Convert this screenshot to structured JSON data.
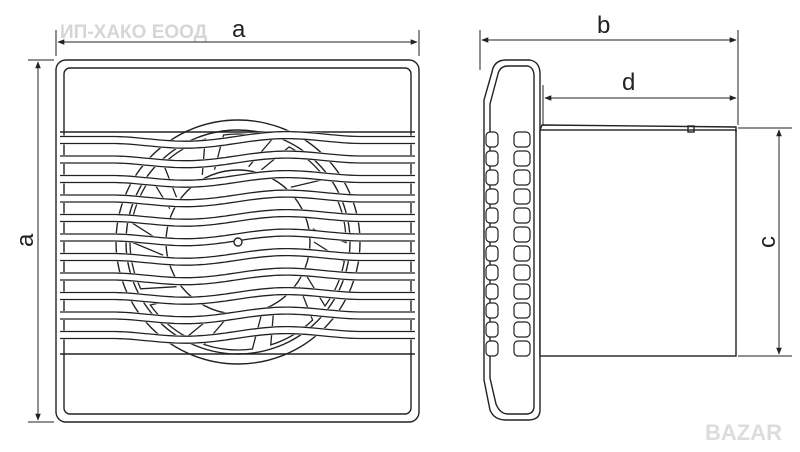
{
  "watermark": {
    "company": "ИП-ХАКО ЕООД",
    "site_logo": "BAZAR"
  },
  "dimensions": {
    "front_width": "a",
    "front_height": "a",
    "side_depth_total": "b",
    "side_depth_body": "d",
    "side_body_height": "c"
  },
  "colors": {
    "line": "#222222",
    "watermark": "#d6d6d6"
  }
}
